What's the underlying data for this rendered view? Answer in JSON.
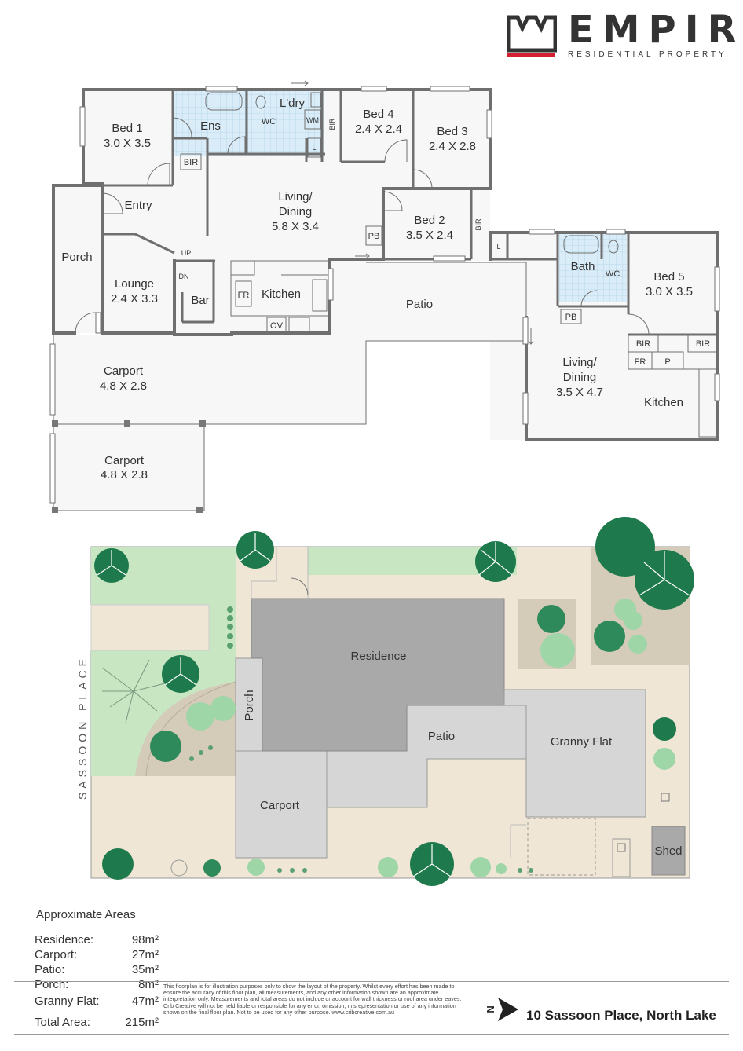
{
  "brand": {
    "name": "EMPIRE",
    "tagline": "RESIDENTIAL PROPERTY",
    "accent": "#d21f2f"
  },
  "floorplan": {
    "rooms": {
      "bed1": {
        "name": "Bed 1",
        "dims": "3.0 X 3.5"
      },
      "ens": {
        "name": "Ens"
      },
      "wc1": {
        "name": "WC"
      },
      "laundry": {
        "name": "L'dry"
      },
      "wm": {
        "name": "WM"
      },
      "l1": {
        "name": "L"
      },
      "bir1": {
        "name": "BIR"
      },
      "bir2": {
        "name": "BIR"
      },
      "bed4": {
        "name": "Bed 4",
        "dims": "2.4 X 2.4"
      },
      "bed3": {
        "name": "Bed 3",
        "dims": "2.4 X 2.8"
      },
      "entry": {
        "name": "Entry"
      },
      "living": {
        "name": "Living/",
        "name2": "Dining",
        "dims": "5.8 X 3.4"
      },
      "bed2": {
        "name": "Bed 2",
        "dims": "3.5 X 2.4"
      },
      "bir3": {
        "name": "BIR"
      },
      "pb1": {
        "name": "PB"
      },
      "porch": {
        "name": "Porch"
      },
      "lounge": {
        "name": "Lounge",
        "dims": "2.4 X 3.3"
      },
      "up": {
        "name": "UP"
      },
      "dn": {
        "name": "DN"
      },
      "bar": {
        "name": "Bar"
      },
      "fr1": {
        "name": "FR"
      },
      "kitchen": {
        "name": "Kitchen"
      },
      "ov": {
        "name": "OV"
      },
      "patio": {
        "name": "Patio"
      },
      "carport1": {
        "name": "Carport",
        "dims": "4.8 X 2.8"
      },
      "carport2": {
        "name": "Carport",
        "dims": "4.8 X 2.8"
      },
      "l2": {
        "name": "L"
      },
      "bath": {
        "name": "Bath"
      },
      "wc2": {
        "name": "WC"
      },
      "pb2": {
        "name": "PB"
      },
      "bed5": {
        "name": "Bed 5",
        "dims": "3.0 X 3.5"
      },
      "bir4": {
        "name": "BIR"
      },
      "bir5": {
        "name": "BIR"
      },
      "fr2": {
        "name": "FR"
      },
      "p": {
        "name": "P"
      },
      "living2": {
        "name": "Living/",
        "name2": "Dining",
        "dims": "3.5 X 4.7"
      },
      "kitchen2": {
        "name": "Kitchen"
      }
    }
  },
  "siteplan": {
    "street": "SASSOON PLACE",
    "labels": {
      "residence": "Residence",
      "porch": "Porch",
      "patio": "Patio",
      "granny": "Granny Flat",
      "carport": "Carport",
      "shed": "Shed"
    },
    "colors": {
      "lawn": "#c9e6c3",
      "paving": "#efe6d6",
      "building": "#a9a9a9",
      "roof_light": "#d6d6d6",
      "tree": "#1e7a4c",
      "tree_light": "#9fd6a8"
    }
  },
  "areas": {
    "title": "Approximate Areas",
    "rows": [
      {
        "label": "Residence:",
        "value": "98m²"
      },
      {
        "label": "Carport:",
        "value": "27m²"
      },
      {
        "label": "Patio:",
        "value": "35m²"
      },
      {
        "label": "Porch:",
        "value": "8m²"
      },
      {
        "label": "Granny Flat:",
        "value": "47m²"
      },
      {
        "label": "Total Area:",
        "value": "215m²"
      }
    ]
  },
  "disclaimer": "This floorplan is for illustration purposes only to show the layout of the property. Whilst every effort has been made to ensure the accuracy of this floor plan, all measurements, and any other information shown are an approximate interpretation only. Measurements and total areas do not include or account for wall thickness or roof area under eaves. Crib Creative will not be held liable or responsible for any error, omission, misrepresentation or use of any information shown on the final floor plan. Not to be used for any other purpose. www.cribcreative.com.au",
  "north_label": "N",
  "address": "10 Sassoon Place, North Lake"
}
